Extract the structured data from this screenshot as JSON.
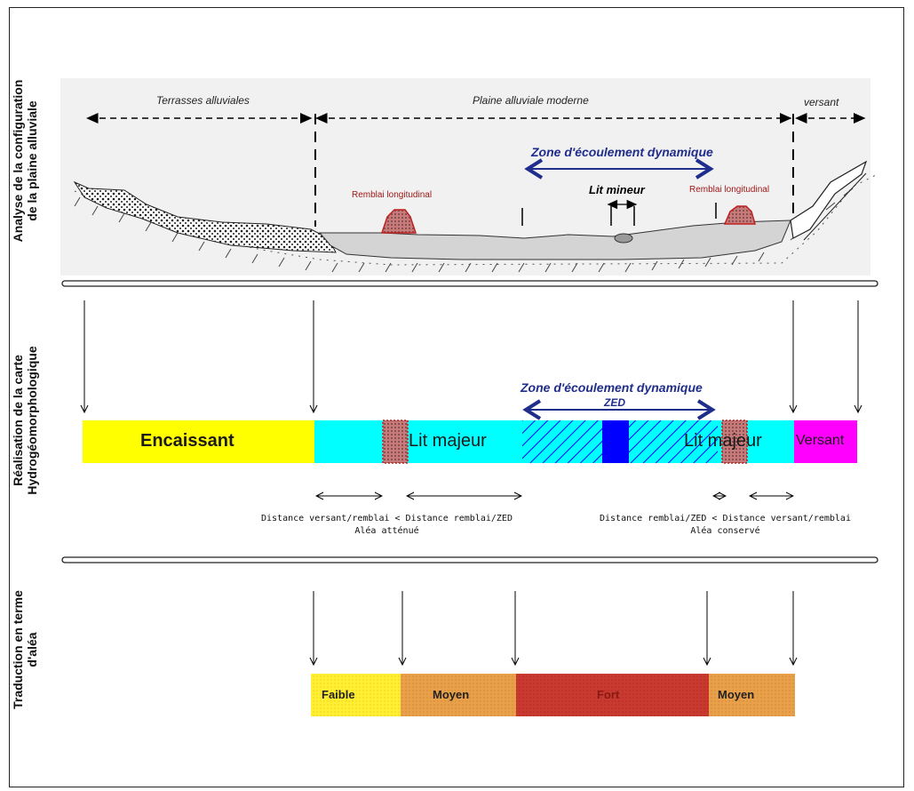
{
  "sections": {
    "s1_line1": "Analyse de la configuration",
    "s1_line2": "de la plaine alluviale",
    "s2_line1": "Réalisation de la carte",
    "s2_line2": "Hydrogéomorphologique",
    "s3_line1": "Traduction en terme",
    "s3_line2": "d'aléa"
  },
  "profile": {
    "terrasses": "Terrasses alluviales",
    "plaine": "Plaine alluviale moderne",
    "versant": "versant",
    "zed_title": "Zone d'écoulement dynamique",
    "lit_mineur": "Lit mineur",
    "remblai_left": "Remblai longitudinal",
    "remblai_right": "Remblai longitudinal"
  },
  "carte": {
    "zed_title": "Zone d'écoulement dynamique",
    "zed_abbr": "ZED",
    "encaissant": "Encaissant",
    "lit_majeur_left": "Lit majeur",
    "lit_majeur_right": "Lit majeur",
    "versant": "Versant",
    "note_left_1": "Distance versant/remblai < Distance remblai/ZED",
    "note_left_2": "Aléa atténué",
    "note_right_1": "Distance remblai/ZED < Distance versant/remblai",
    "note_right_2": "Aléa conservé"
  },
  "alea": {
    "faible": "Faible",
    "moyen_left": "Moyen",
    "fort": "Fort",
    "moyen_right": "Moyen"
  },
  "colors": {
    "encaissant": "#ffff00",
    "lit_majeur": "#00ffff",
    "lit_mineur": "#0000ff",
    "versant": "#ff00ff",
    "faible": "#ffee33",
    "moyen": "#e8a04a",
    "fort": "#c83a30",
    "zed_arrow": "#1f2d8c"
  }
}
